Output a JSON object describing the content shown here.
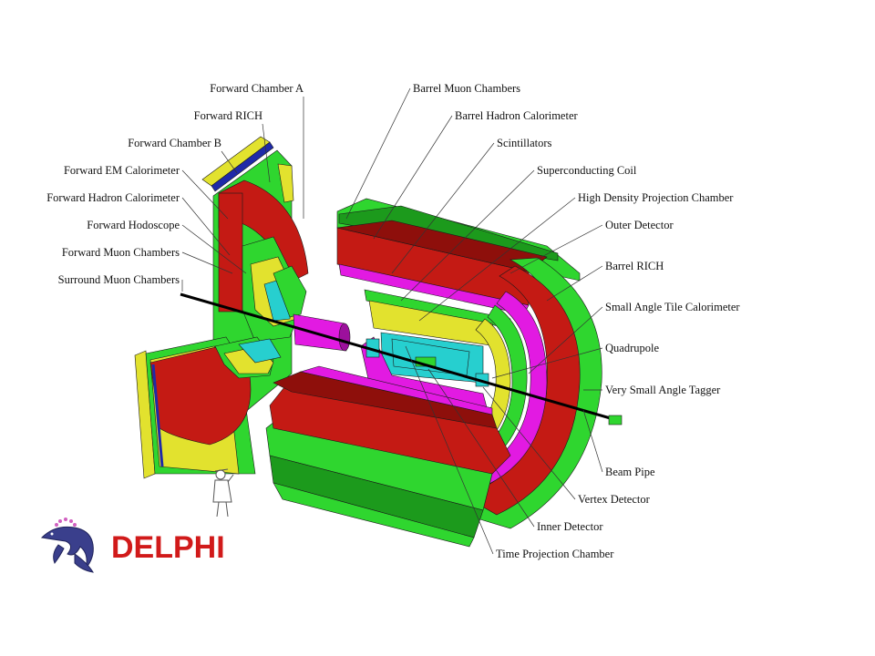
{
  "colors": {
    "red": "#c41a14",
    "red_dark": "#8e0f0b",
    "green": "#2fd62f",
    "green_dark": "#1c9a1c",
    "yellow": "#e2e22e",
    "yellow_dark": "#a8a81c",
    "magenta": "#e21ae2",
    "magenta_dark": "#9c109c",
    "cyan": "#27cfcf",
    "blue": "#1f2aa8",
    "beam": "#000000",
    "logo_red": "#d11a1a",
    "dolphin": "#3a3f8c"
  },
  "labels_left": [
    "Forward Chamber A",
    "Forward RICH",
    "Forward Chamber B",
    "Forward EM Calorimeter",
    "Forward Hadron Calorimeter",
    "Forward Hodoscope",
    "Forward Muon Chambers",
    "Surround Muon Chambers"
  ],
  "labels_right": [
    "Barrel Muon Chambers",
    "Barrel Hadron Calorimeter",
    "Scintillators",
    "Superconducting Coil",
    "High Density Projection Chamber",
    "Outer Detector",
    "Barrel RICH",
    "Small Angle Tile Calorimeter",
    "Quadrupole",
    "Very Small Angle Tagger",
    "Beam Pipe",
    "Vertex Detector",
    "Inner Detector",
    "Time Projection Chamber"
  ],
  "logo": {
    "text": "DELPHI",
    "icon": "dolphin-logo-icon"
  },
  "figure": {
    "icon": "human-scale-figure-icon"
  }
}
